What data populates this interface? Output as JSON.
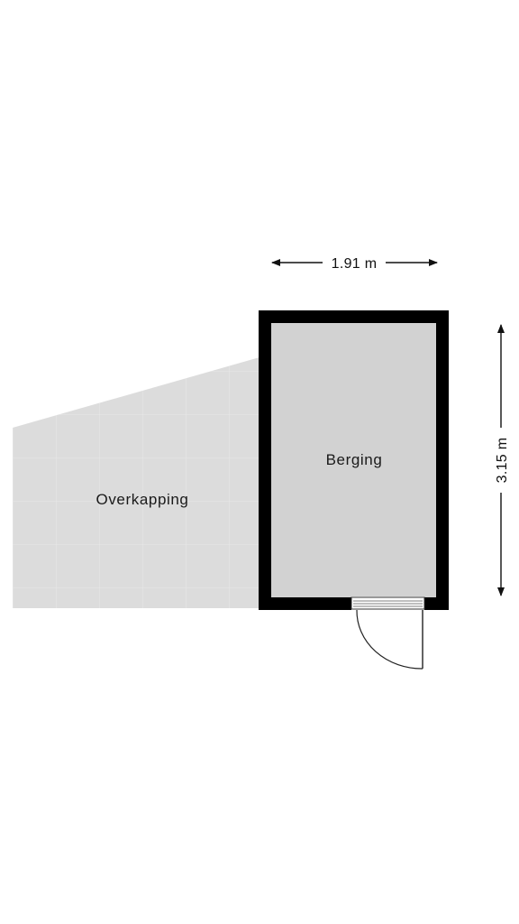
{
  "rooms": {
    "overkapping": {
      "label": "Overkapping"
    },
    "berging": {
      "label": "Berging"
    }
  },
  "dimensions": {
    "width": "1.91 m",
    "height": "3.15 m"
  },
  "colors": {
    "wall": "#000000",
    "room_fill": "#d2d2d2",
    "terrace_fill": "#dcdcdc",
    "tile_line": "#e6e6e6",
    "dimension_line": "#111111"
  }
}
